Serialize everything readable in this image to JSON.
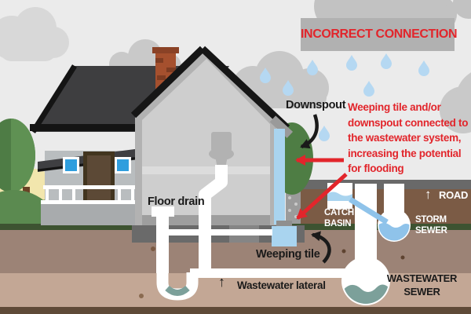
{
  "title_banner": {
    "text": "INCORRECT CONNECTION"
  },
  "annotation": {
    "text": "Weeping tile and/or\ndownspout connected to\nthe wastewater system,\nincreasing the potential\nfor flooding"
  },
  "labels": {
    "downspout": "Downspout",
    "floor_drain": "Floor drain",
    "weeping_tile": "Weeping tile",
    "wastewater_lateral": "Wastewater lateral",
    "catch_basin": "CATCH\nBASIN",
    "storm_sewer": "STORM\nSEWER",
    "road": "ROAD",
    "wastewater_sewer": "WASTEWATER\nSEWER",
    "up_arrow": "↑"
  },
  "colors": {
    "alert_red": "#e2252b",
    "banner_gray": "#b1b1b1",
    "sky_gray": "#ebebeb",
    "rain_blue": "#b5d8f2",
    "pipe_water_blue": "#a9d4ef",
    "storm_water_blue": "#8fc3ea",
    "sewage_teal": "#7ca09a",
    "grass_green": "#3d5331",
    "bush_green": "#5b8a50",
    "soil_brown": "#9c8376",
    "road_base_brown": "#7b5b45",
    "road_gray": "#696969"
  }
}
